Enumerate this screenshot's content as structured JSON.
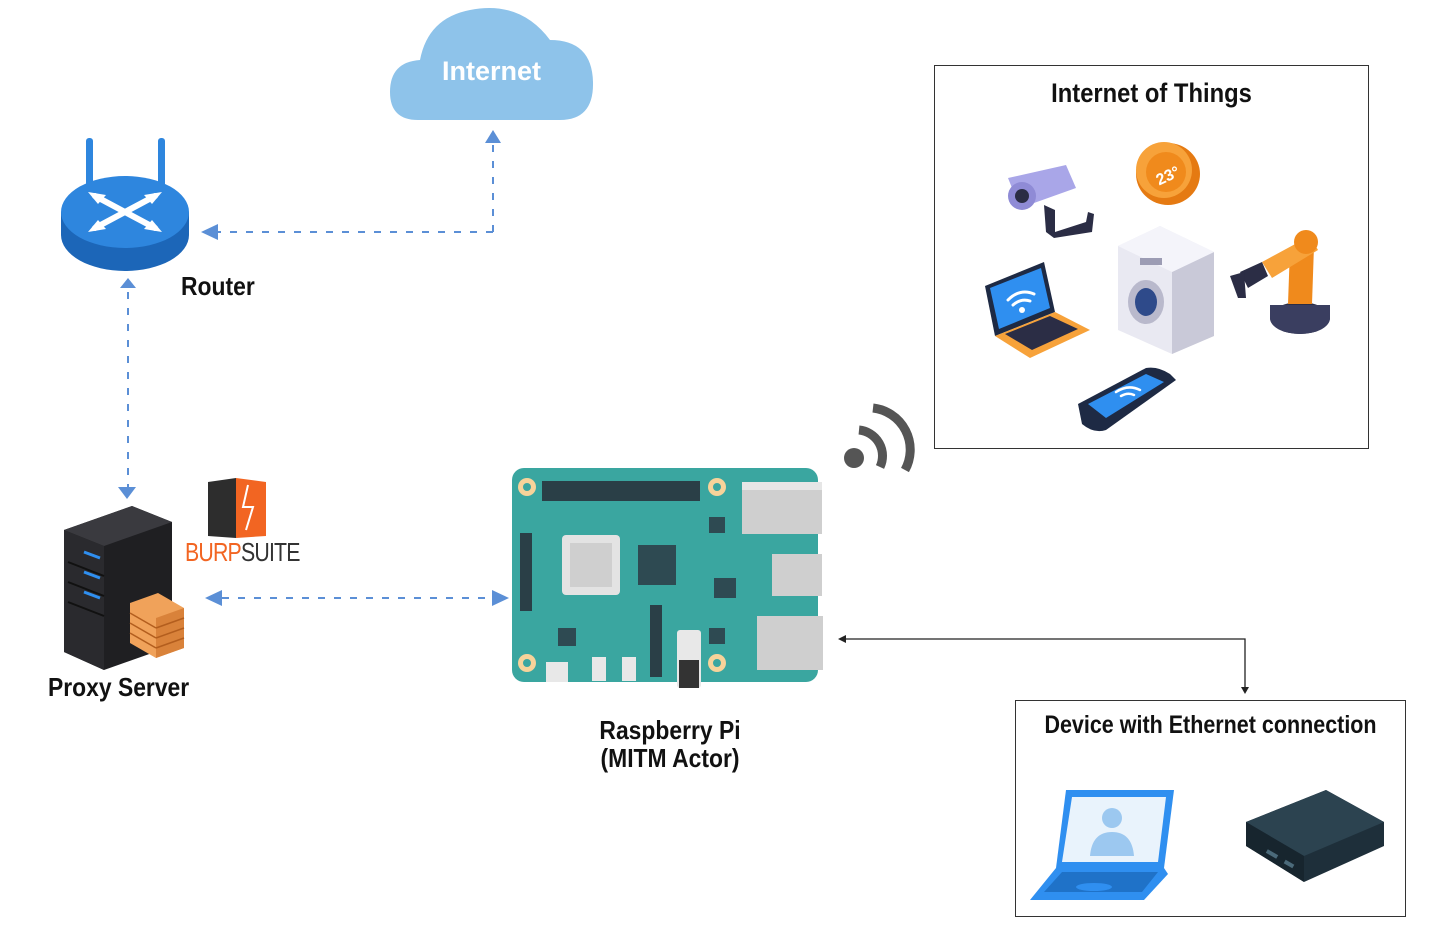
{
  "nodes": {
    "internet": "Internet",
    "router": "Router",
    "proxy_server": "Proxy Server",
    "raspberry_pi_line1": "Raspberry Pi",
    "raspberry_pi_line2": "(MITM Actor)",
    "burpsuite_prefix": "BURP",
    "burpsuite_suffix": "SUITE"
  },
  "groups": {
    "iot_title": "Internet of Things",
    "iot_devices": [
      "security-camera",
      "thermostat",
      "laptop",
      "washing-machine",
      "robotic-arm",
      "smartphone"
    ],
    "iot_thermostat_reading": "23°",
    "ethernet_title": "Device with Ethernet connection",
    "ethernet_devices": [
      "laptop",
      "set-top-box"
    ]
  },
  "colors": {
    "link": "#5b8fd6",
    "cloud": "#8ec3ea",
    "router": "#2e86de",
    "pi_board": "#3aa6a0",
    "burp_orange": "#f26522"
  }
}
